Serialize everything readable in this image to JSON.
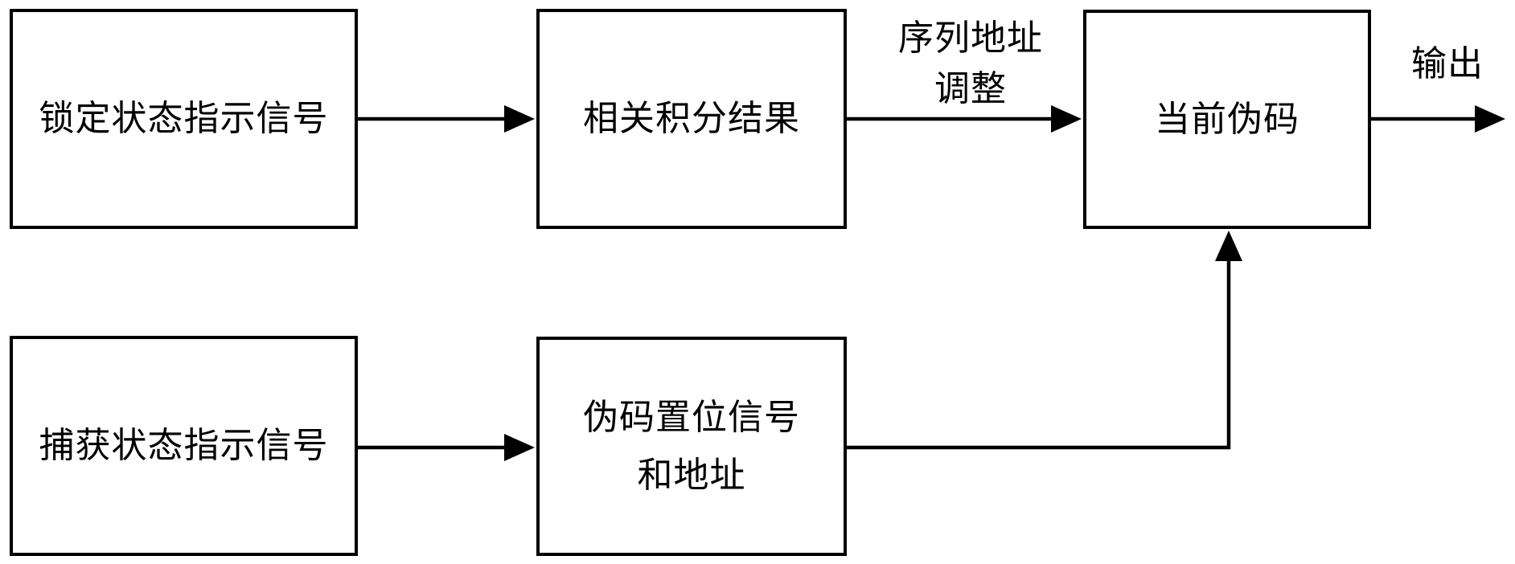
{
  "diagram": {
    "background_color": "#ffffff",
    "line_color": "#000000",
    "boxes": {
      "lock_status": {
        "label": "锁定状态指示信号"
      },
      "correlation_result": {
        "label": "相关积分结果"
      },
      "current_pn_code": {
        "label": "当前伪码"
      },
      "acquisition_status": {
        "label": "捕获状态指示信号"
      },
      "pn_set_signal": {
        "label_line1": "伪码置位信号",
        "label_line2": "和地址"
      }
    },
    "labels": {
      "sequence_address_adjust_line1": "序列地址",
      "sequence_address_adjust_line2": "调整",
      "output": "输出"
    },
    "connections": [
      {
        "from": "lock_status",
        "to": "correlation_result",
        "label": ""
      },
      {
        "from": "correlation_result",
        "to": "current_pn_code",
        "label": "序列地址调整"
      },
      {
        "from": "acquisition_status",
        "to": "pn_set_signal",
        "label": ""
      },
      {
        "from": "pn_set_signal",
        "to": "current_pn_code",
        "label": ""
      },
      {
        "from": "current_pn_code",
        "to": "output",
        "label": "输出"
      }
    ]
  }
}
